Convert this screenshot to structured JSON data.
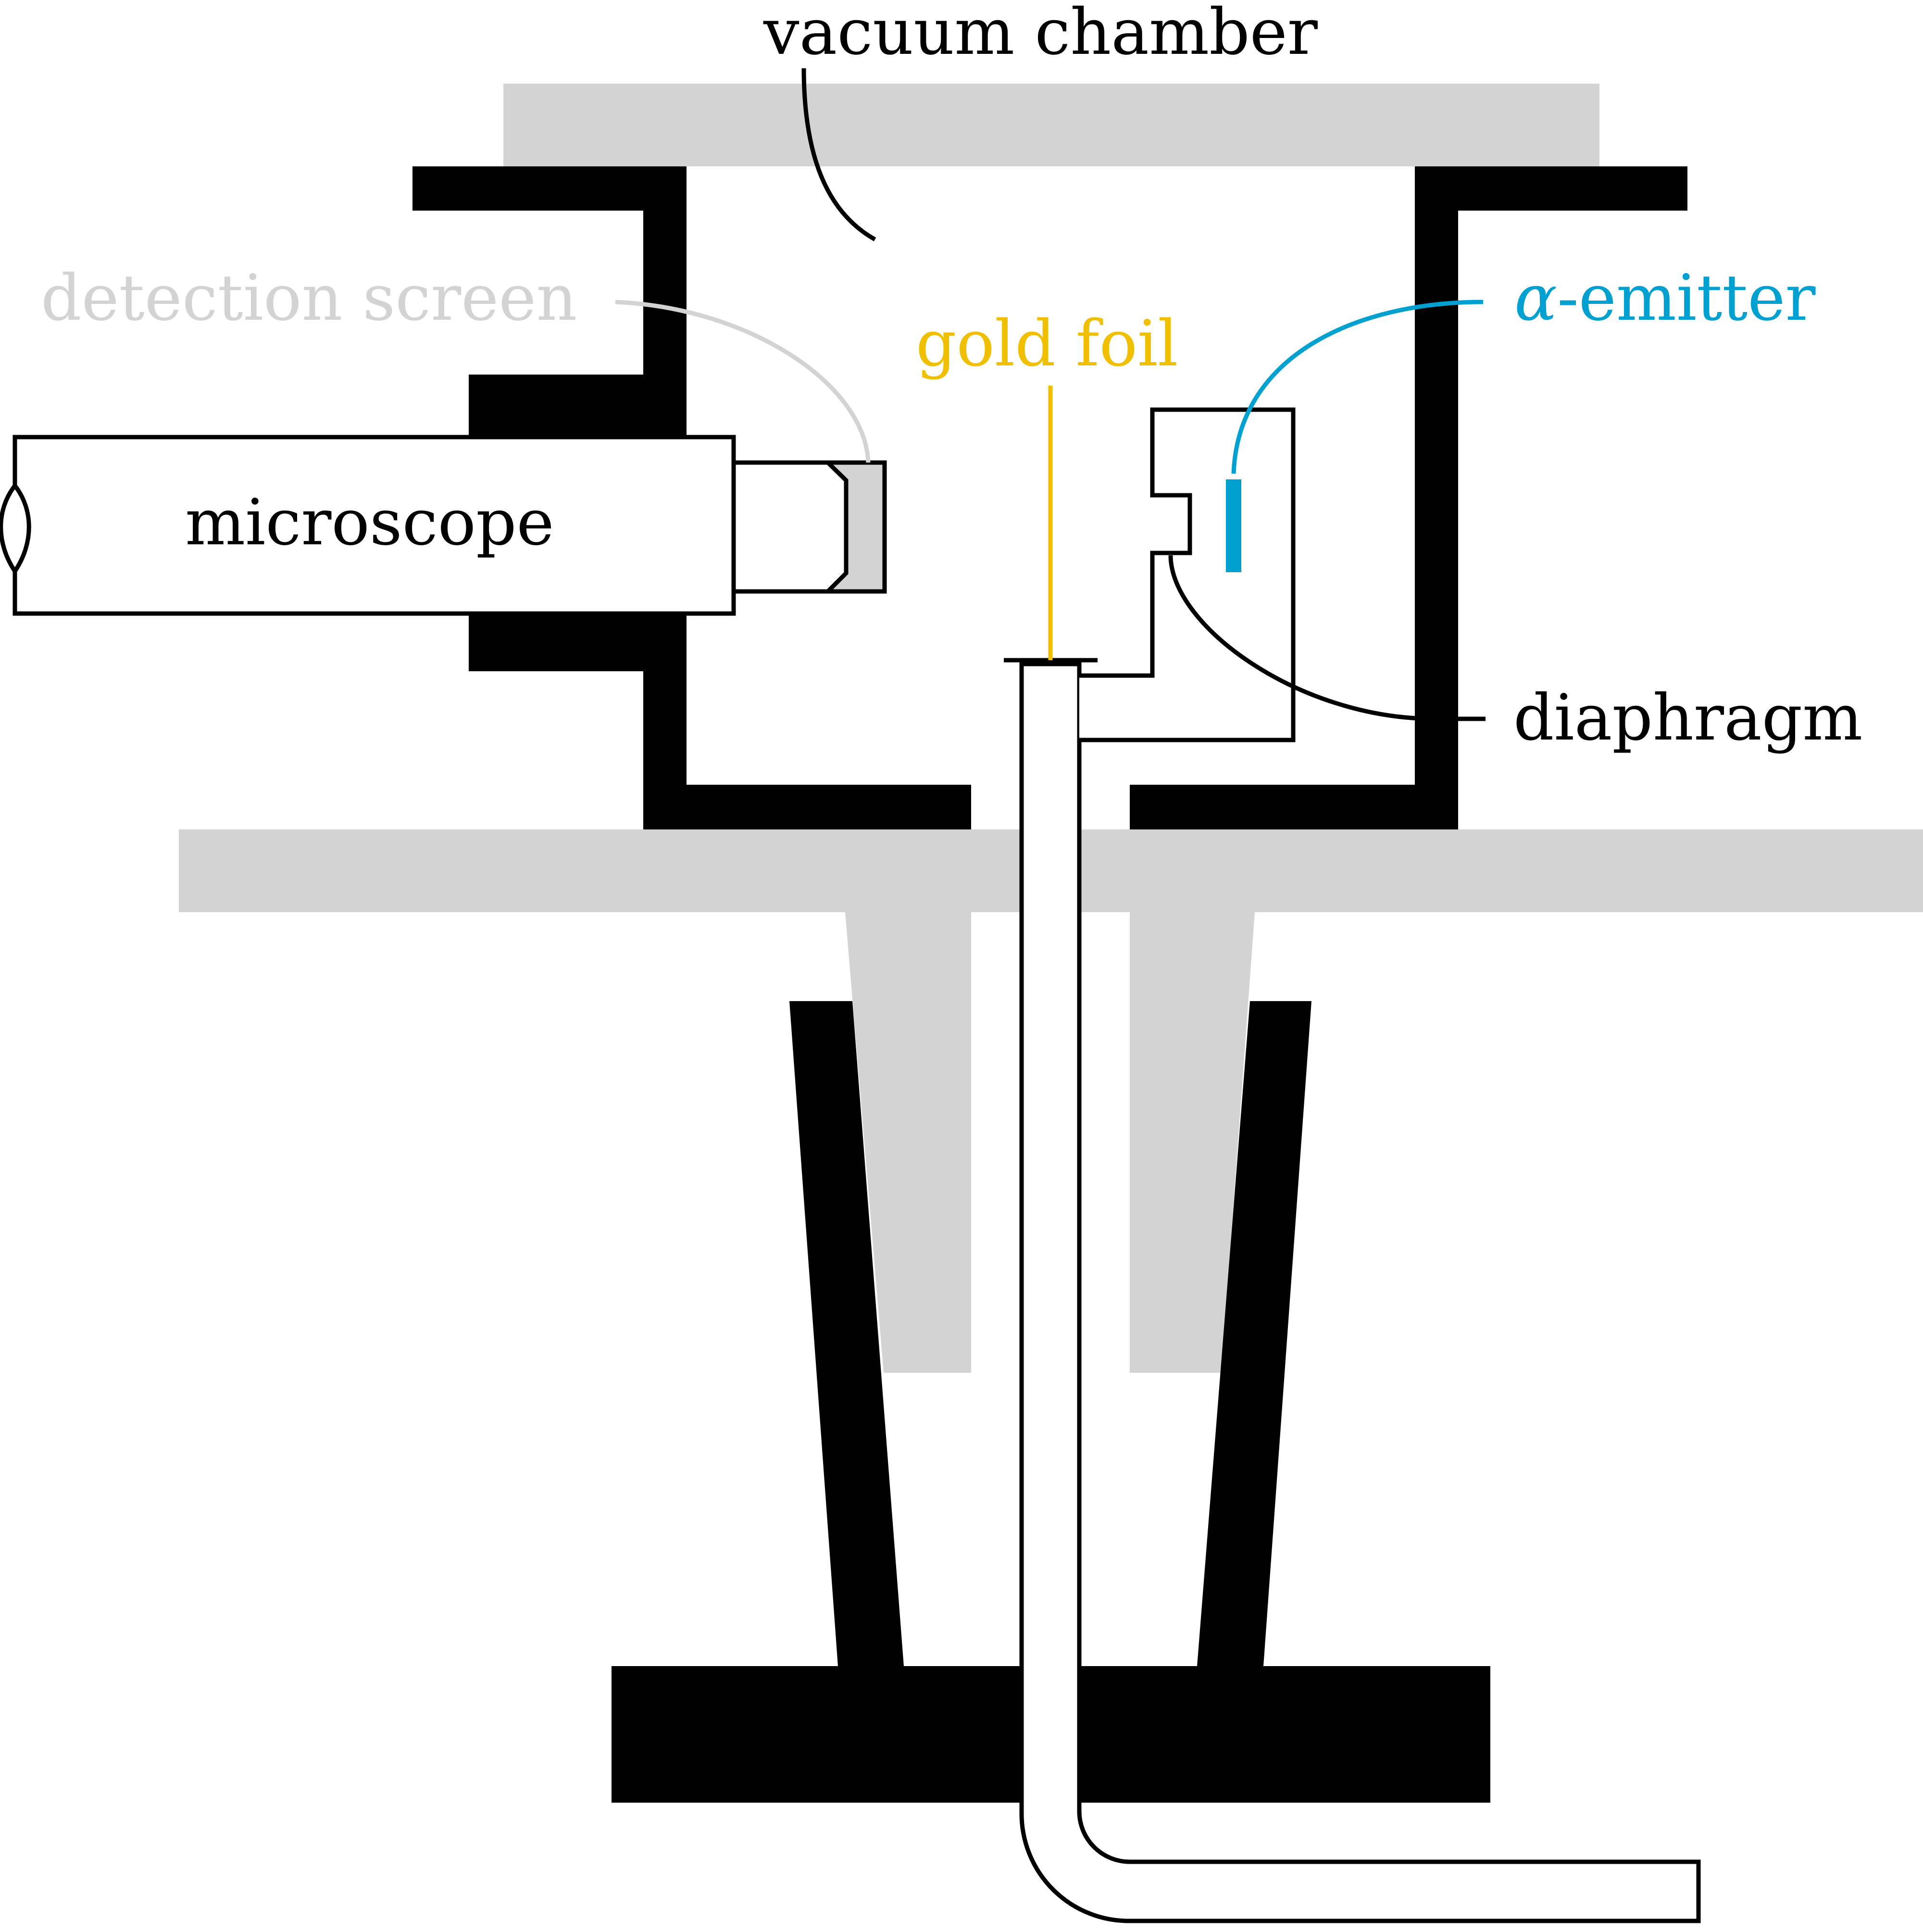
{
  "labels": {
    "vacuum_chamber": "vacuum chamber",
    "detection_screen": "detection screen",
    "gold_foil": "gold foil",
    "alpha_emitter_symbol": "α",
    "alpha_emitter_rest": "-emitter",
    "microscope": "microscope",
    "diaphragm": "diaphragm"
  },
  "colors": {
    "structure": "#000000",
    "support": "#d3d3d3",
    "detection_screen": "#d3d3d3",
    "gold_foil": "#f0c000",
    "alpha_emitter": "#00a0d0",
    "outline": "#000000",
    "background": "#ffffff"
  }
}
